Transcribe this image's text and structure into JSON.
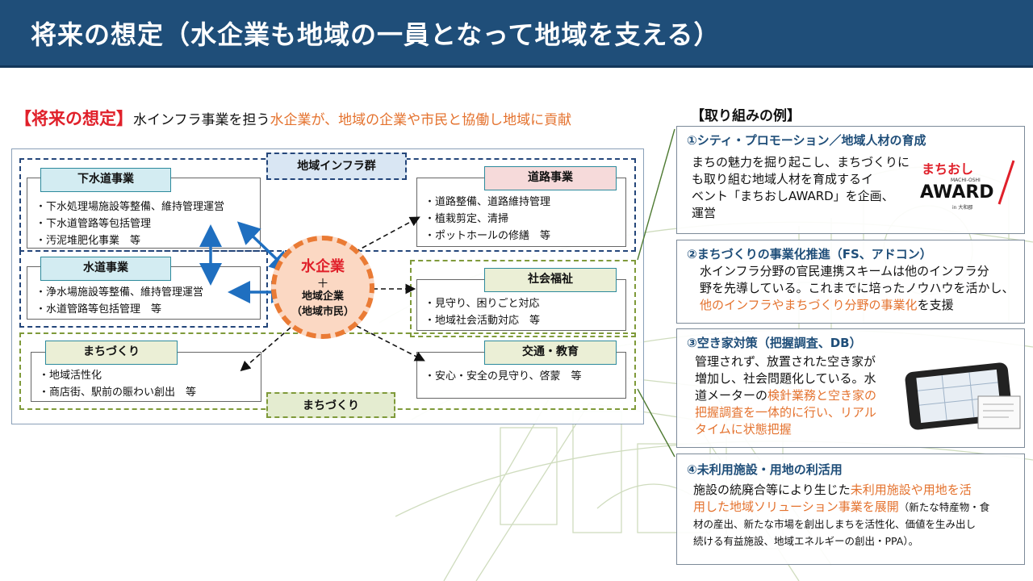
{
  "title": "将来の想定（水企業も地域の一員となって地域を支える）",
  "lead": {
    "tag": "【将来の想定】",
    "text_black": "水インフラ事業を担う",
    "text_orange": "水企業が、地域の企業や市民と協働し地域に貢献"
  },
  "diagram": {
    "region_infra": "地域インフラ群",
    "region_town": "まちづくり",
    "center": {
      "main": "水企業",
      "plus": "＋",
      "sub1": "地域企業",
      "sub2": "（地域市民）"
    },
    "boxes": {
      "sewer": {
        "title": "下水道事業",
        "items": [
          "・下水処理場施設等整備、維持管理運営",
          "・下水道管路等包括管理",
          "・汚泥堆肥化事業　等"
        ]
      },
      "water": {
        "title": "水道事業",
        "items": [
          "・浄水場施設等整備、維持管理運営",
          "・水道管路等包括管理　等"
        ]
      },
      "road": {
        "title": "道路事業",
        "items": [
          "・道路整備、道路維持管理",
          "・植栽剪定、清掃",
          "・ポットホールの修繕　等"
        ]
      },
      "welfare": {
        "title": "社会福祉",
        "items": [
          "・見守り、困りごと対応",
          "・地域社会活動対応　等"
        ]
      },
      "town": {
        "title": "まちづくり",
        "items": [
          "・地域活性化",
          "・商店街、駅前の賑わい創出　等"
        ]
      },
      "transport": {
        "title": "交通・教育",
        "items": [
          "・安心・安全の見守り、啓蒙　等"
        ]
      }
    }
  },
  "examples_heading": "【取り組みの例】",
  "examples": [
    {
      "title": "①シティ・プロモーション／地域人材の育成",
      "lines": [
        "まちの魅力を掘り起こし、まちづくりに",
        "も取り組む地域人材を育成するイ",
        "ベント「まちおしAWARD」を企画、",
        "運営"
      ],
      "logo": {
        "top": "まちおし",
        "sub": "MACHI-OSHI",
        "main": "AWARD",
        "foot": "in 大和郡"
      }
    },
    {
      "title": "②まちづくりの事業化推進（FS、アドコン）",
      "line1": "水インフラ分野の官民連携スキームは他のインフラ分",
      "line2": "野を先導している。これまでに培ったノウハウを活かし、",
      "line3_orange": "他のインフラやまちづくり分野の事業化",
      "line3_black": "を支援"
    },
    {
      "title": "③空き家対策（把握調査、DB）",
      "line1": "管理されず、放置された空き家が",
      "line2": "増加し、社会問題化している。水",
      "line3_black": "道メーターの",
      "line3_orange": "検針業務と空き家の",
      "line4_orange": "把握調査を一体的に行い、リアル",
      "line5_orange": "タイムに状態把握"
    },
    {
      "title": "④未利用施設・用地の利活用",
      "line1_black": "施設の統廃合等により生じた",
      "line1_orange": "未利用施設や用地を活",
      "line2_orange": "用した地域ソリューション事業を展開",
      "line2_small": "（新たな特産物・食",
      "line3_small": "材の産出、新たな市場を創出しまちを活性化、価値を生み出し",
      "line4_small": "続ける有益施設、地域エネルギーの創出・PPA）。"
    }
  ],
  "colors": {
    "title_bg": "#1f4e79",
    "accent_red": "#e0202a",
    "accent_orange": "#e4722e",
    "navy_dash": "#24467a",
    "green_dash": "#7f9a3a",
    "arrow_blue": "#1f6fc0"
  }
}
